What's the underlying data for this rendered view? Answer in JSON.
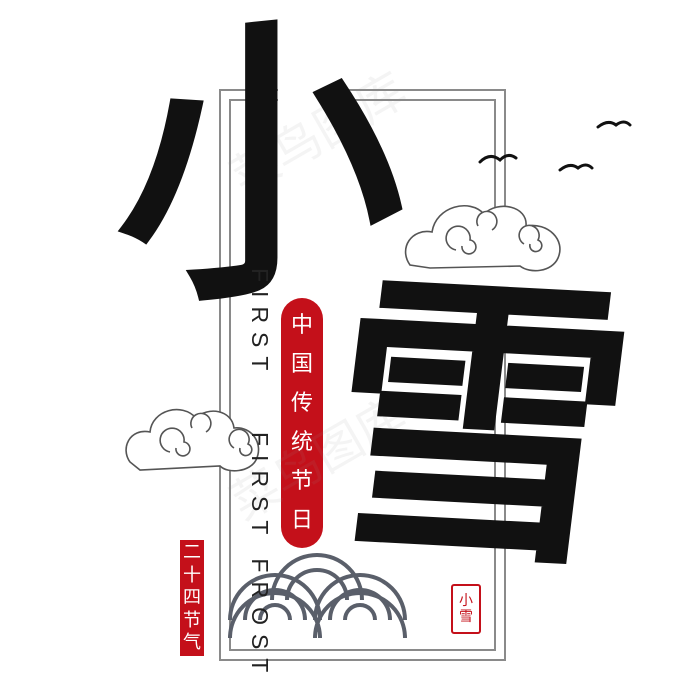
{
  "poster": {
    "title_char_1": "小",
    "title_char_2": "雪",
    "english_left": "FIRST",
    "english_right": "FIRST FROST",
    "tagline_chars": [
      "中",
      "国",
      "传",
      "统",
      "节",
      "日"
    ],
    "seal_left_chars": [
      "二",
      "十",
      "四",
      "节",
      "气"
    ],
    "seal_right_chars": [
      "小",
      "雪"
    ],
    "watermark": "菜鸟图库"
  },
  "colors": {
    "ink": "#111111",
    "accent_red": "#c4101a",
    "frame_gray": "#8a8a8a",
    "cloud_stroke": "#555555",
    "wave_stroke": "#5a5f6a",
    "background": "#ffffff"
  },
  "icons": [
    "cloud-icon",
    "bird-icon",
    "wave-pattern",
    "seal-stamp"
  ]
}
